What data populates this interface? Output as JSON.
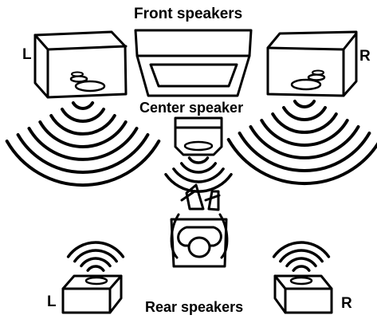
{
  "labels": {
    "front": "Front speakers",
    "center": "Center speaker",
    "rear": "Rear speakers",
    "front_left": "L",
    "front_right": "R",
    "rear_left": "L",
    "rear_right": "R"
  },
  "colors": {
    "ink": "#000000",
    "paper": "#ffffff"
  }
}
